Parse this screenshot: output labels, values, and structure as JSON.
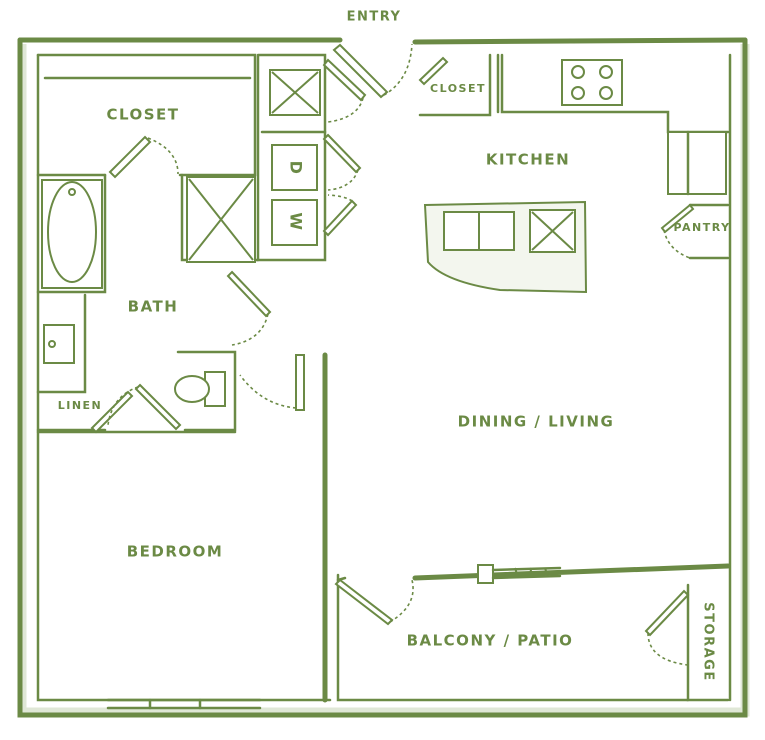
{
  "rooms": {
    "entry": "ENTRY",
    "closet_main": "CLOSET",
    "closet_entry": "CLOSET",
    "kitchen": "KITCHEN",
    "pantry": "PANTRY",
    "bath": "BATH",
    "linen": "LINEN",
    "dining_living": "DINING / LIVING",
    "bedroom": "BEDROOM",
    "balcony_patio": "BALCONY / PATIO",
    "storage": "STORAGE"
  },
  "appliances": {
    "washer": "W",
    "dryer": "D"
  },
  "colors": {
    "line": "#6b8a45",
    "background": "#ffffff"
  }
}
